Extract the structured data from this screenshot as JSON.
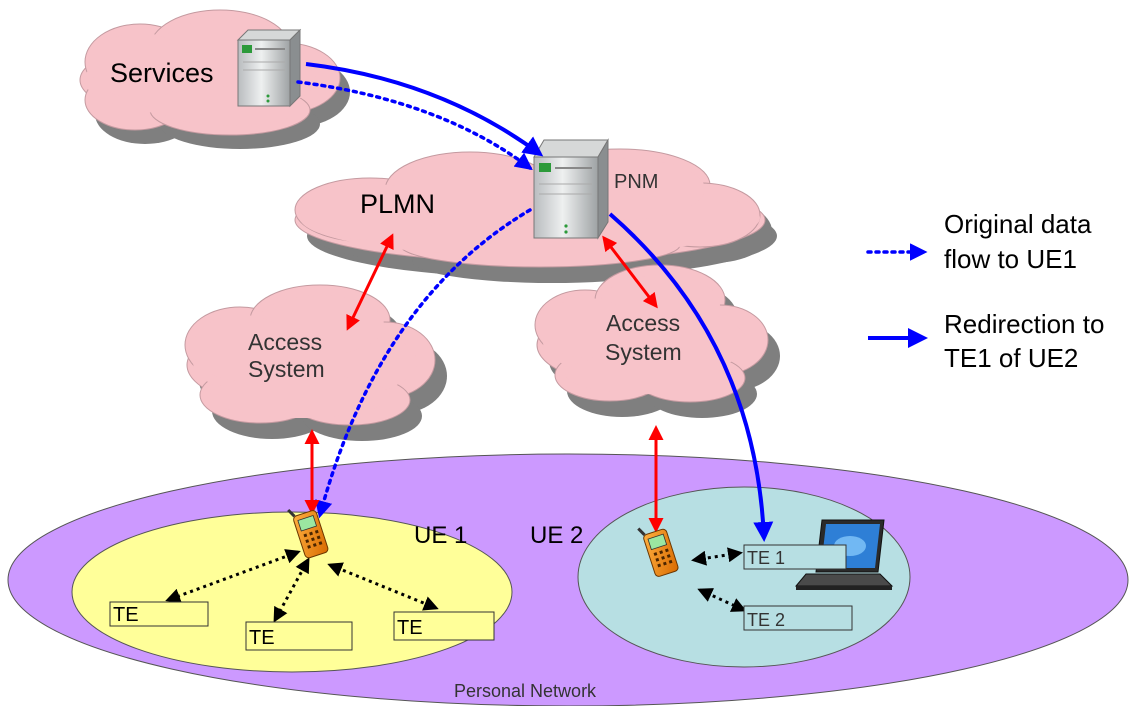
{
  "clouds": {
    "services": "Services",
    "plmn": "PLMN",
    "pnm": "PNM",
    "access1_line1": "Access",
    "access1_line2": "System",
    "access2_line1": "Access",
    "access2_line2": "System"
  },
  "network": {
    "personal_network": "Personal Network",
    "ue1": "UE 1",
    "ue2": "UE 2"
  },
  "terminals": {
    "ue1_te_a": "TE",
    "ue1_te_b": "TE",
    "ue1_te_c": "TE",
    "ue2_te1": "TE 1",
    "ue2_te2": "TE 2"
  },
  "legend": {
    "dotted_line1": "Original data",
    "dotted_line2": "flow to UE1",
    "solid_line1": "Redirection to",
    "solid_line2": "TE1 of UE2"
  },
  "colors": {
    "cloud_fill": "#f7c3c9",
    "cloud_shadow": "#7f7f7f",
    "personal_network_fill": "#cc99ff",
    "ue1_fill": "#ffff99",
    "ue2_fill": "#b7dfe3",
    "data_flow": "#0000ff",
    "access_link": "#ff0000",
    "te_link": "#000000"
  }
}
